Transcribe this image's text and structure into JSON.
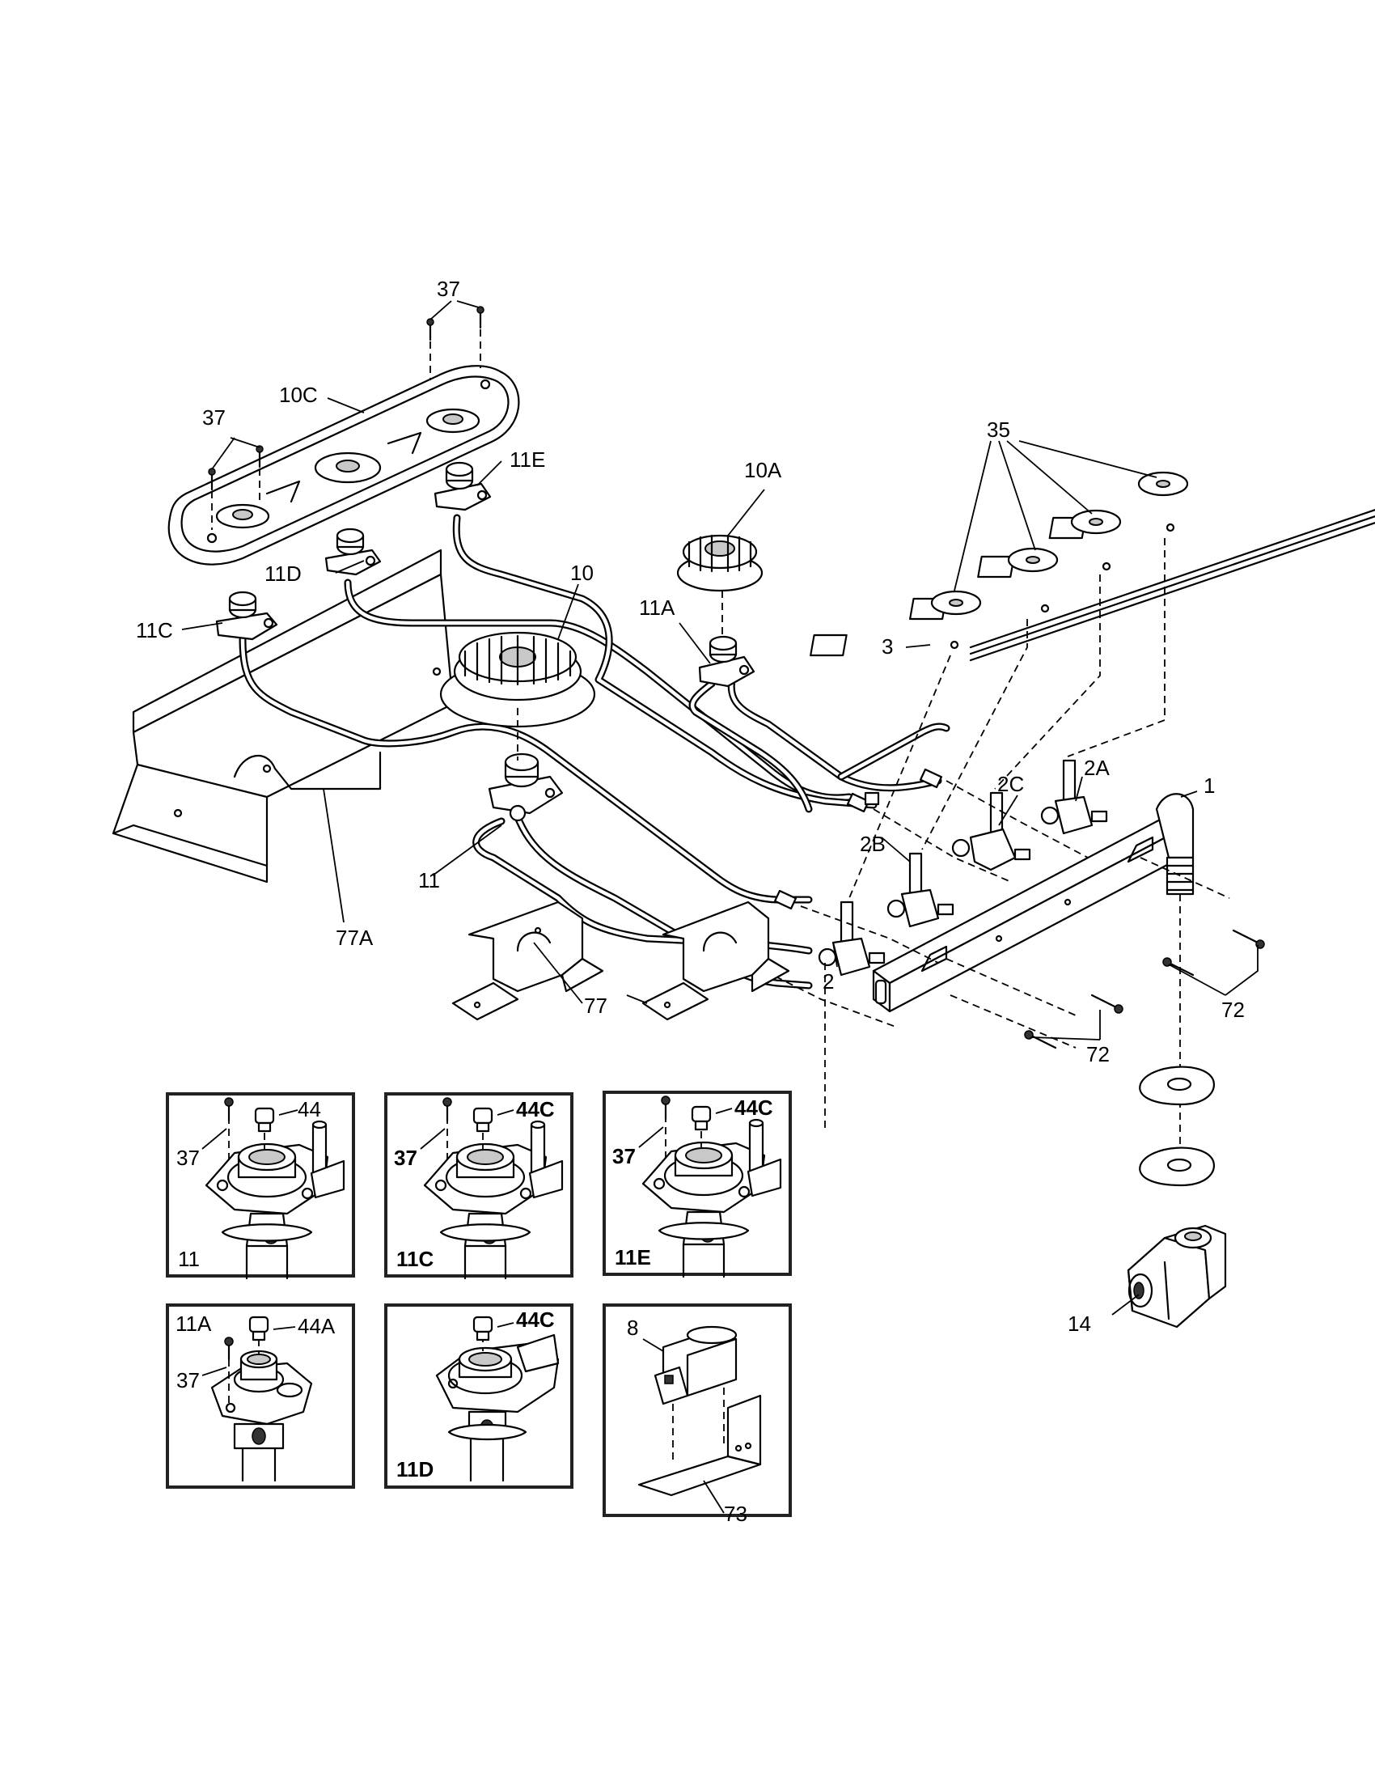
{
  "callouts": {
    "c37_top": "37",
    "c10C": "10C",
    "c37_left": "37",
    "c11E": "11E",
    "c10A": "10A",
    "c35": "35",
    "c11D": "11D",
    "c10": "10",
    "c11A": "11A",
    "c11C": "11C",
    "c3": "3",
    "c2C": "2C",
    "c2A": "2A",
    "c1": "1",
    "c2B": "2B",
    "c77A": "77A",
    "c11": "11",
    "c2": "2",
    "c72_right": "72",
    "c77": "77",
    "c72_bottom": "72",
    "c14": "14"
  },
  "insets": {
    "inset_11": {
      "caption": "11",
      "screw": "37",
      "cap": "44"
    },
    "inset_11C": {
      "caption": "11C",
      "screw": "37",
      "cap": "44C"
    },
    "inset_11E": {
      "caption": "11E",
      "screw": "37",
      "cap": "44C"
    },
    "inset_11A": {
      "caption": "11A",
      "screw": "37",
      "cap": "44A"
    },
    "inset_11D": {
      "caption": "11D",
      "cap": "44C"
    },
    "inset_8": {
      "part": "8",
      "bracket": "73"
    }
  }
}
